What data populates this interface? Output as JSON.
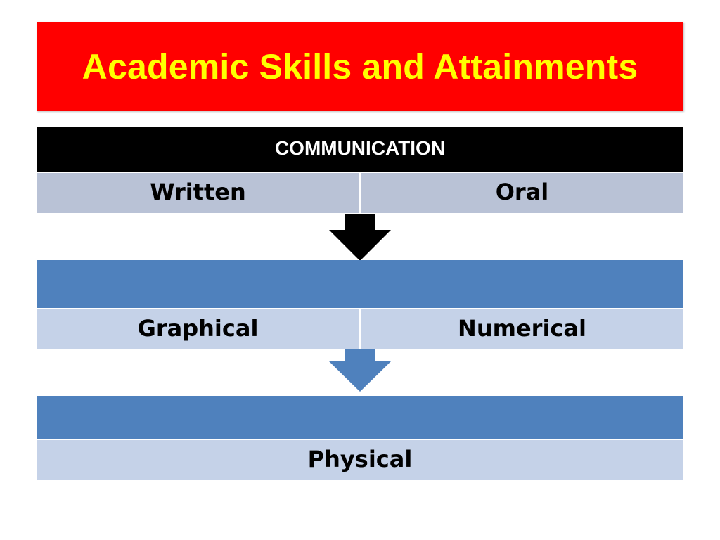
{
  "title": {
    "text": "Academic Skills and Attainments",
    "bg_color": "#ff0000",
    "text_color": "#ffff00"
  },
  "communication": {
    "header": "COMMUNICATION",
    "header_bg": "#000000",
    "cells": [
      "Written",
      "Oral"
    ],
    "cell_bg": "#b9c2d6"
  },
  "arrow_1": {
    "color": "#000000",
    "icon": "down-arrow-icon"
  },
  "section_2": {
    "bar_color": "#4f81bd",
    "cells": [
      "Graphical",
      "Numerical"
    ],
    "cell_bg": "#c5d2e8"
  },
  "arrow_2": {
    "color": "#4f81bd",
    "icon": "down-arrow-icon"
  },
  "section_3": {
    "bar_color": "#4f81bd",
    "cells": [
      "Physical"
    ],
    "cell_bg": "#c5d2e8"
  }
}
